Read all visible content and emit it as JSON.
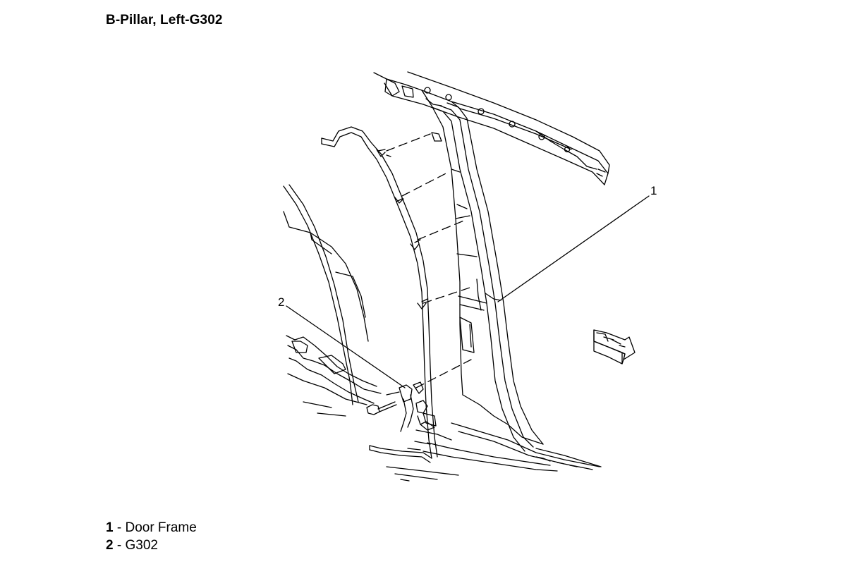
{
  "title": "B-Pillar, Left-G302",
  "callouts": [
    {
      "number": "1",
      "label": "Door Frame"
    },
    {
      "number": "2",
      "label": "G302"
    }
  ],
  "legend_separator": " - "
}
